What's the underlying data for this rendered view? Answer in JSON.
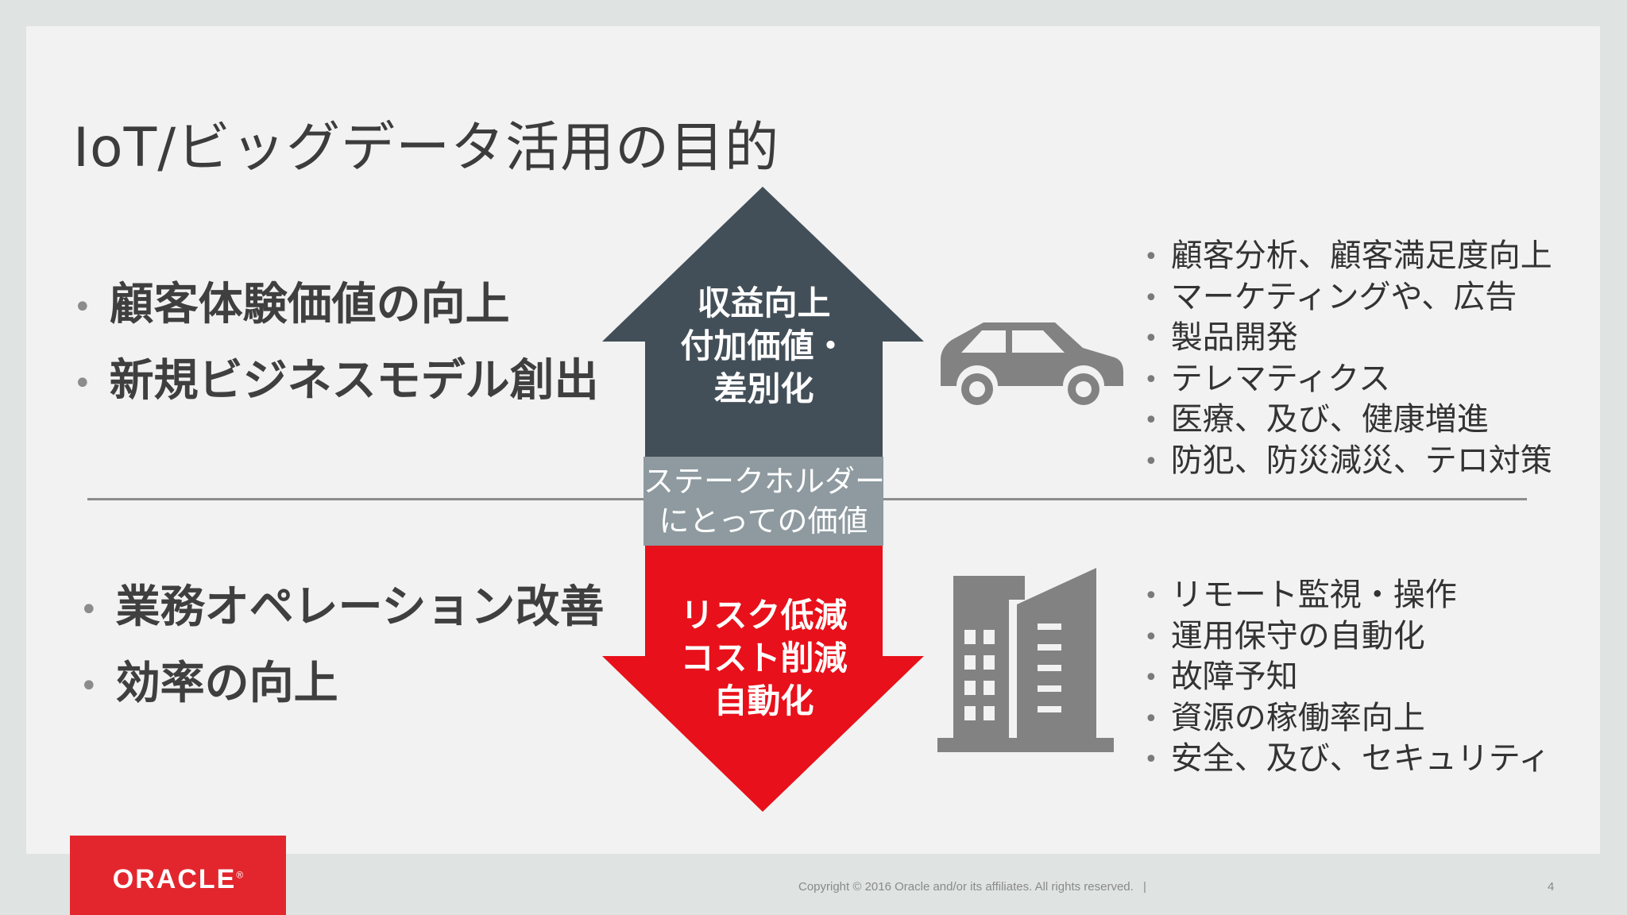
{
  "slide": {
    "title": "IoT/ビッグデータ活用の目的",
    "upper_left_points": [
      "顧客体験価値の向上",
      "新規ビジネスモデル創出"
    ],
    "lower_left_points": [
      "業務オペレーション改善",
      "効率の向上"
    ],
    "up_arrow": {
      "lines": [
        "収益向上",
        "付加価値・",
        "差別化"
      ],
      "color": "#434f58"
    },
    "down_arrow": {
      "lines": [
        "リスク低減",
        "コスト削減",
        "自動化"
      ],
      "color": "#e8101a"
    },
    "stakeholder_box": {
      "lines": [
        "ステークホルダー",
        "にとっての価値"
      ],
      "color": "#8e9aa0"
    },
    "upper_right_points": [
      "顧客分析、顧客満足度向上",
      "マーケティングや、広告",
      "製品開発",
      "テレマティクス",
      "医療、及び、健康増進",
      "防犯、防災減災、テロ対策"
    ],
    "lower_right_points": [
      "リモート監視・操作",
      "運用保守の自動化",
      "故障予知",
      "資源の稼働率向上",
      "安全、及び、セキュリティ"
    ],
    "icons": {
      "upper": "car-icon",
      "lower": "building-icon",
      "icon_color": "#828282"
    },
    "bullet": "•"
  },
  "footer": {
    "logo": "ORACLE",
    "logo_mark": "®",
    "copyright": "Copyright © 2016 Oracle and/or its affiliates. All rights reserved.",
    "separator": "|",
    "page_number": "4",
    "brand_color": "#e3262d"
  }
}
